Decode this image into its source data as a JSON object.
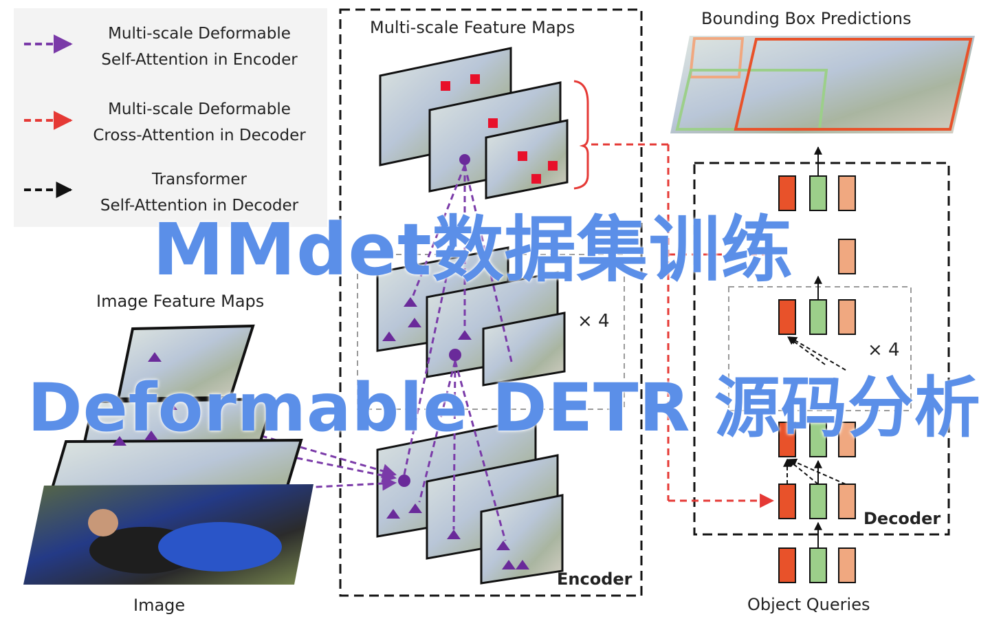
{
  "legend": {
    "item1": [
      "Multi-scale Deformable",
      "Self-Attention in Encoder"
    ],
    "item2": [
      "Multi-scale Deformable",
      "Cross-Attention in Decoder"
    ],
    "item3": [
      "Transformer",
      "Self-Attention in Decoder"
    ],
    "colors": {
      "encoder_self_attn": "#7a3aa8",
      "decoder_cross_attn": "#e53935",
      "decoder_self_attn": "#111111"
    }
  },
  "labels": {
    "multi_scale_feature_maps": "Multi-scale Feature Maps",
    "bounding_box_predictions": "Bounding Box Predictions",
    "image_feature_maps": "Image Feature Maps",
    "image": "Image",
    "encoder": "Encoder",
    "decoder": "Decoder",
    "object_queries": "Object Queries",
    "times4_encoder": "× 4",
    "times4_decoder": "× 4"
  },
  "overlay_title": {
    "line1": "MMdet数据集训练",
    "line2": "Deformable DETR 源码分析",
    "color": "#5b8fe8"
  },
  "colors": {
    "query_red": "#e8522a",
    "query_green": "#9ccf8a",
    "query_orange": "#f0a880",
    "photo_bg": "#c9d3d8"
  }
}
